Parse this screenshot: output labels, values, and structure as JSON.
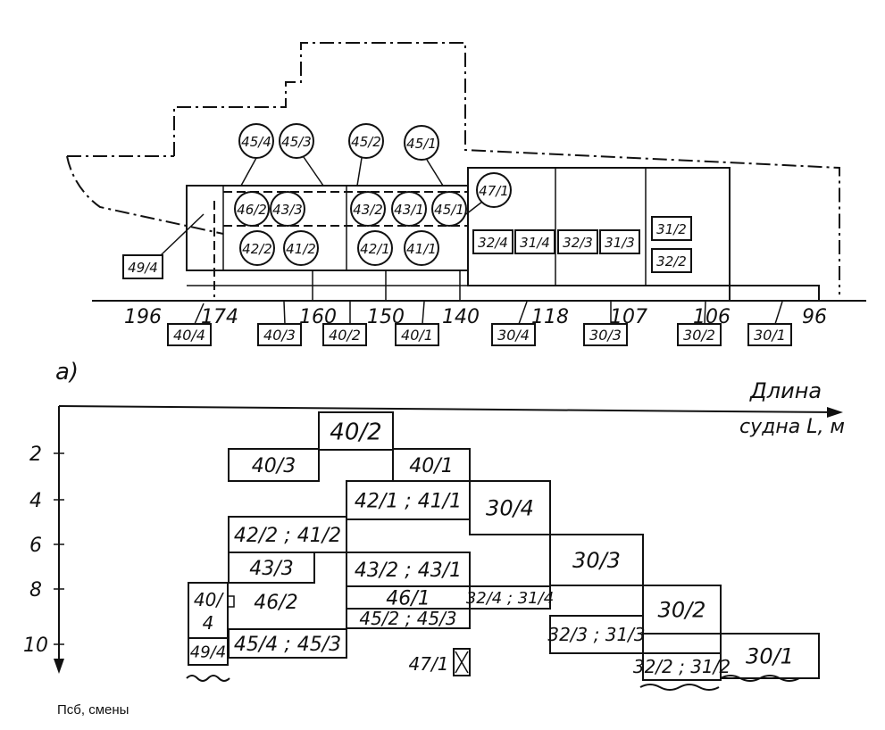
{
  "figure_label": "а)",
  "footer_text": "Псб, смены",
  "profile": {
    "circles": [
      "45/4",
      "45/3",
      "45/2",
      "45/1",
      "46/2",
      "43/3",
      "43/2",
      "43/1",
      "45/1",
      "42/2",
      "41/2",
      "42/1",
      "41/1",
      "47/1"
    ],
    "plates": [
      "49/4",
      "32/4",
      "31/4",
      "32/3",
      "31/3",
      "31/2",
      "32/2"
    ],
    "frame_numbers": [
      "196",
      "174",
      "160",
      "150",
      "140",
      "118",
      "107",
      "106",
      "96"
    ],
    "sections": [
      "40/4",
      "40/3",
      "40/2",
      "40/1",
      "30/4",
      "30/3",
      "30/2",
      "30/1"
    ]
  },
  "schedule": {
    "x_axis_label_1": "Длина",
    "x_axis_label_2": "судна L, м",
    "y_ticks": [
      "2",
      "4",
      "6",
      "8",
      "10"
    ],
    "blocks": [
      "40/2",
      "40/3",
      "40/1",
      "42/1 ; 41/1",
      "30/4",
      "42/2 ; 41/2",
      "30/3",
      "43/3",
      "43/2 ; 43/1",
      "40/4",
      "46/2",
      "46/1",
      "32/4 ; 31/4",
      "30/2",
      "45/2 ; 45/3",
      "32/3 ; 31/3",
      "30/1",
      "49/4",
      "45/4 ; 45/3",
      "32/2 ; 31/2",
      "47/1"
    ]
  }
}
